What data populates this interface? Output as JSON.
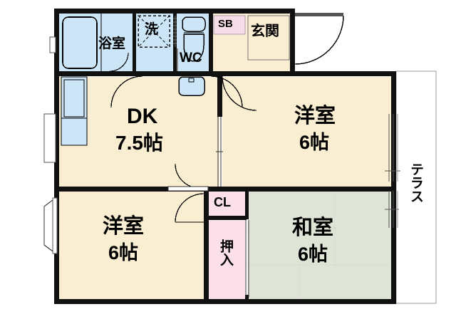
{
  "plan": {
    "title": "間取り図",
    "unit_suffix": "帖",
    "colors": {
      "wall": "#111111",
      "room_floor": "#faeed2",
      "tatami_floor": "#dfe5d6",
      "wet_area": "#cce6f7",
      "closet_pink": "#fbe0ea",
      "shoebox_pink": "#f7dde8",
      "terrace_line": "#999999",
      "text": "#000000"
    },
    "rooms": [
      {
        "id": "bath",
        "name": "浴室",
        "label": "浴室",
        "area": null,
        "type": "wet"
      },
      {
        "id": "washer",
        "name": "洗面",
        "label": "洗",
        "area": null,
        "type": "wet"
      },
      {
        "id": "wc",
        "name": "トイレ",
        "label": "WC",
        "area": null,
        "type": "wet"
      },
      {
        "id": "shoebox",
        "name": "下駄箱",
        "label": "SB",
        "area": null,
        "type": "storage"
      },
      {
        "id": "genkan",
        "name": "玄関",
        "label": "玄関",
        "area": null,
        "type": "entry"
      },
      {
        "id": "dk",
        "name": "ダイニングキッチン",
        "label": "DK",
        "area": "7.5帖",
        "type": "room"
      },
      {
        "id": "yoshitsu1",
        "name": "洋室1",
        "label": "洋室",
        "area": "6帖",
        "type": "room"
      },
      {
        "id": "yoshitsu2",
        "name": "洋室2",
        "label": "洋室",
        "area": "6帖",
        "type": "room"
      },
      {
        "id": "washitsu",
        "name": "和室",
        "label": "和室",
        "area": "6帖",
        "type": "tatami"
      },
      {
        "id": "closet",
        "name": "クローゼット",
        "label": "CL",
        "area": null,
        "type": "storage"
      },
      {
        "id": "oshiire",
        "name": "押入",
        "label": "押入",
        "area": null,
        "type": "storage"
      },
      {
        "id": "terrace",
        "name": "テラス",
        "label": "テラス",
        "area": null,
        "type": "outdoor"
      }
    ],
    "labels": {
      "bath": "浴室",
      "washer": "洗",
      "wc": "WC",
      "shoebox": "SB",
      "genkan": "玄関",
      "dk_name": "DK",
      "dk_area": "7.5帖",
      "yoshitsu_top_name": "洋室",
      "yoshitsu_top_area": "6帖",
      "yoshitsu_bottom_name": "洋室",
      "yoshitsu_bottom_area": "6帖",
      "washitsu_name": "和室",
      "washitsu_area": "6帖",
      "closet": "CL",
      "oshiire": "押入",
      "terrace": "テラス"
    },
    "fixtures": [
      {
        "id": "bathtub",
        "name": "浴槽"
      },
      {
        "id": "toilet",
        "name": "便器"
      },
      {
        "id": "washbasin",
        "name": "洗面台"
      },
      {
        "id": "kitchen",
        "name": "キッチン"
      },
      {
        "id": "bay-window",
        "name": "出窓"
      }
    ]
  }
}
